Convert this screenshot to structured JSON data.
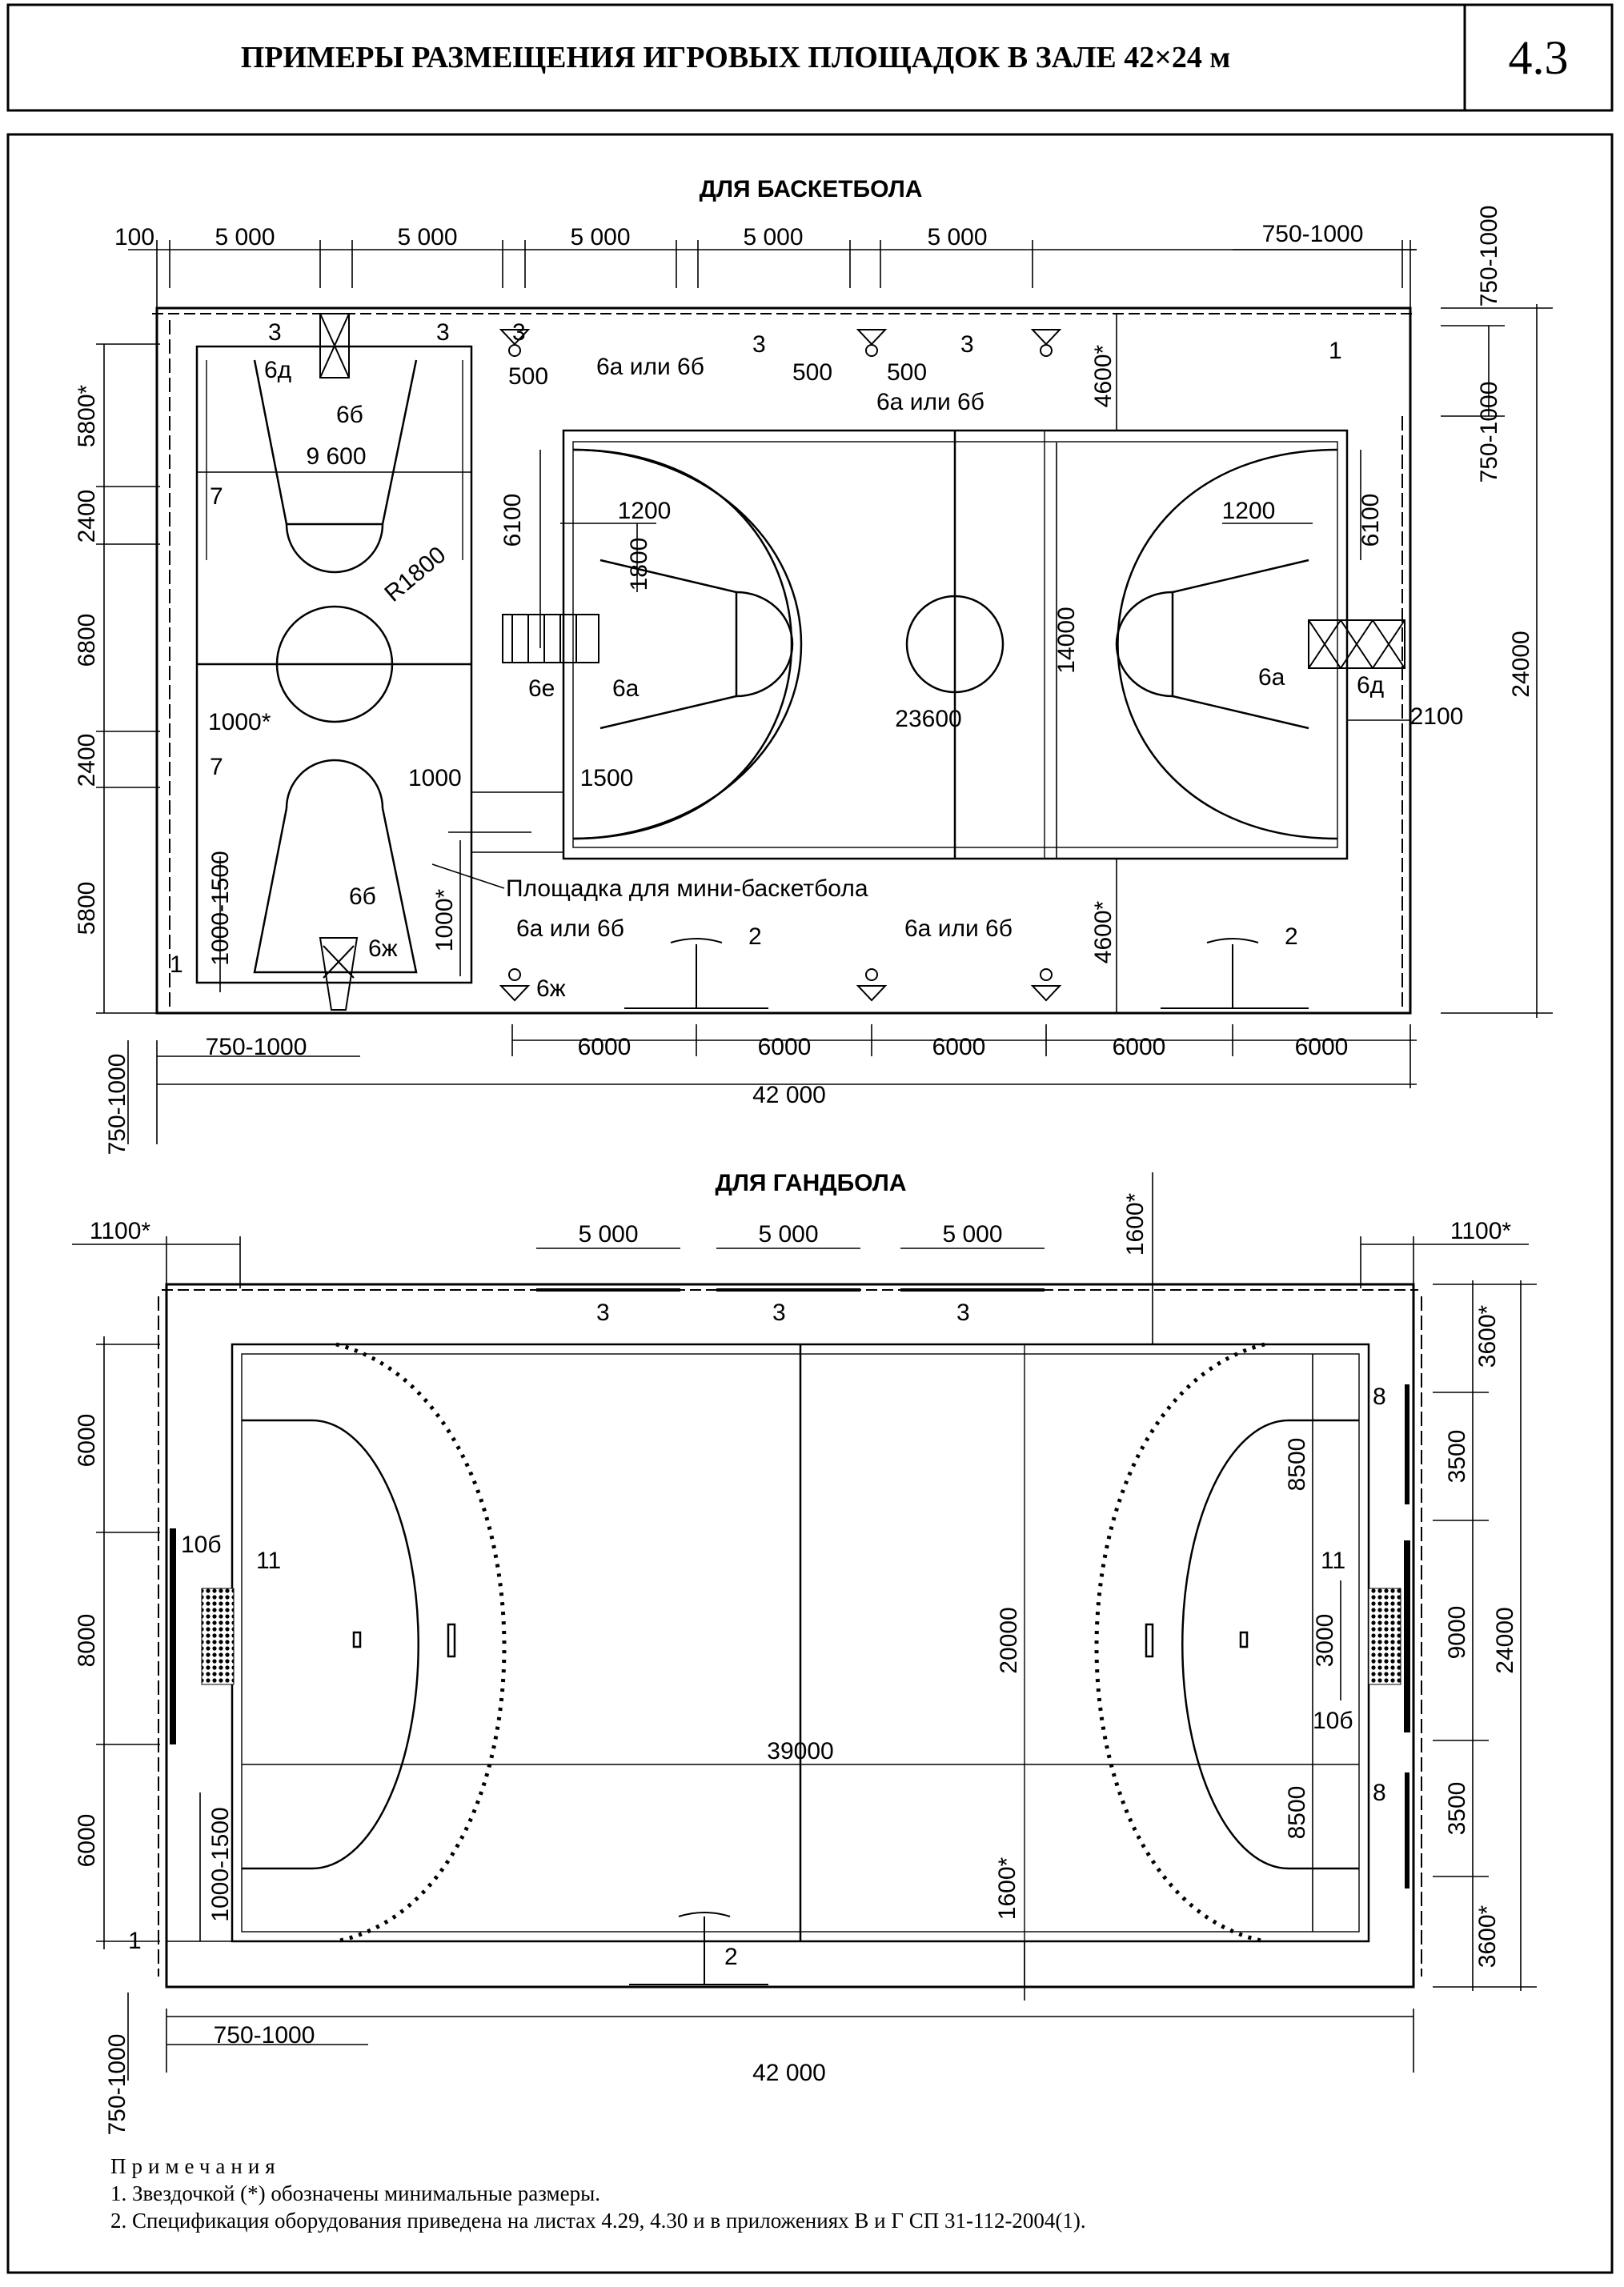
{
  "header": {
    "title": "ПРИМЕРЫ РАЗМЕЩЕНИЯ ИГРОВЫХ ПЛОЩАДОК В ЗАЛЕ 42×24 м",
    "sheet": "4.3"
  },
  "basketball": {
    "title": "ДЛЯ БАСКЕТБОЛА",
    "top_dims": [
      "100",
      "5 000",
      "5 000",
      "5 000",
      "5 000",
      "5 000"
    ],
    "top_right_dim": "750-1000",
    "right_top_dim": "750-1000",
    "right_mid_dim": "750-1000",
    "left_dims": [
      "5800*",
      "2400",
      "6800",
      "2400",
      "5800"
    ],
    "left_bottom_dim": "750-1000",
    "bottom_left_dim": "750-1000",
    "bottom_dims": [
      "6000",
      "6000",
      "6000",
      "6000",
      "6000"
    ],
    "total_length": "42 000",
    "total_width": "24000",
    "mini_width": "9 600",
    "circle_radius": "R1800",
    "dim_1000_star": "1000*",
    "dim_1000": "1000",
    "dim_1000_star_v": "1000*",
    "dim_1000_1500": "1000-1500",
    "court_length": "23600",
    "court_width": "14000",
    "key_width_l": "1200",
    "key_width_r": "1200",
    "key_depth": "1800",
    "dim_6100_l": "6100",
    "dim_6100_r": "6100",
    "dim_1500": "1500",
    "dim_2100": "2100",
    "dim_4600_top": "4600*",
    "dim_4600_bot": "4600*",
    "dim_500_a": "500",
    "dim_500_b": "500",
    "dim_500_c": "500",
    "mini_label": "Площадка для мини-баскетбола",
    "labels": {
      "n3": "3",
      "n6d": "6д",
      "n6b": "6б",
      "n6a_or_6b": "6а или 6б",
      "n7": "7",
      "n1": "1",
      "n2": "2",
      "n6e": "6е",
      "n6a": "6а",
      "n6zh": "6ж"
    }
  },
  "handball": {
    "title": "ДЛЯ ГАНДБОЛА",
    "top_left_dim": "1100*",
    "top_right_dim": "1100*",
    "top_dims": [
      "5 000",
      "5 000",
      "5 000"
    ],
    "dim_1600_top": "1600*",
    "dim_1600_bot": "1600*",
    "left_dims": [
      "6000",
      "8000",
      "6000"
    ],
    "right_dims": [
      "3600*",
      "3500",
      "9000",
      "3500",
      "3600*"
    ],
    "total_width": "24000",
    "court_length": "39000",
    "court_width": "20000",
    "dim_8500_a": "8500",
    "dim_8500_b": "8500",
    "dim_3000": "3000",
    "dim_1000_1500": "1000-1500",
    "bottom_left_dim": "750-1000",
    "left_bottom_dim": "750-1000",
    "total_length": "42 000",
    "labels": {
      "n3": "3",
      "n10b": "10б",
      "n11": "11",
      "n8": "8",
      "n1": "1",
      "n2": "2"
    }
  },
  "notes": {
    "title": "Примечания",
    "items": [
      "1. Звездочкой (*) обозначены минимальные размеры.",
      "2. Спецификация оборудования приведена на листах 4.29, 4.30 и в приложениях В и Г СП 31-112-2004(1)."
    ]
  }
}
